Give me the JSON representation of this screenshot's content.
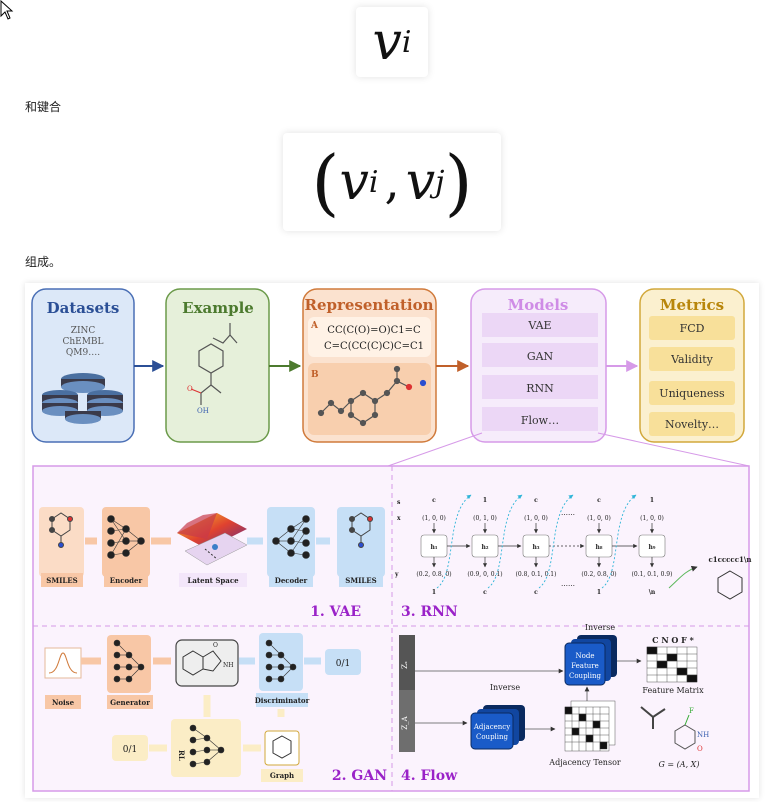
{
  "formula1": {
    "main": "v",
    "sub": "i"
  },
  "paragraph1": "和键合",
  "formula2": {
    "open": "(",
    "v1": "v",
    "s1": "i",
    "comma": ",",
    "v2": "v",
    "s2": "j",
    "close": ")"
  },
  "paragraph2": "组成。",
  "figure": {
    "top_boxes": {
      "datasets": {
        "title": "Datasets",
        "items": [
          "ZINC",
          "ChEMBL",
          "QM9…."
        ]
      },
      "example": {
        "title": "Example",
        "oh": "OH",
        "o": "O"
      },
      "representation": {
        "title": "Representation",
        "label_a": "A",
        "label_b": "B",
        "smiles_line1": "CC(C(O)=O)C1=C",
        "smiles_line2": "C=C(CC(C)C)C=C1"
      },
      "models": {
        "title": "Models",
        "items": [
          "VAE",
          "GAN",
          "RNN",
          "Flow…"
        ]
      },
      "metrics": {
        "title": "Metrics",
        "items": [
          "FCD",
          "Validity",
          "Uniqueness",
          "Novelty…"
        ]
      }
    },
    "vae": {
      "smiles_in": "SMILES",
      "encoder": "Encoder",
      "latent": "Latent Space",
      "decoder": "Decoder",
      "smiles_out": "SMILES",
      "caption": "1. VAE"
    },
    "rnn": {
      "caption": "3. RNN",
      "row_s": "s",
      "row_x": "x",
      "row_y": "y",
      "tokens_top": [
        "c",
        "1",
        "c",
        "c",
        "1"
      ],
      "x_vectors": [
        "(1, 0, 0)",
        "(0, 1, 0)",
        "(1, 0, 0)",
        "(1, 0, 0)",
        "(1, 0, 0)"
      ],
      "hidden": [
        "h₁",
        "h₂",
        "h₃",
        "h₈",
        "h₉"
      ],
      "y_vectors": [
        "(0.2, 0.8, 0)",
        "(0.9, 0, 0.1)",
        "(0.8, 0.1, 0.1)",
        "(0.2, 0.8, 0)",
        "(0.1, 0.1, 0.9)"
      ],
      "tokens_bottom": [
        "1",
        "c",
        "c",
        "1",
        "\\n"
      ],
      "dots": "……",
      "output": "c1ccccc1\\n"
    },
    "gan": {
      "noise": "Noise",
      "generator": "Generator",
      "discriminator": "Discriminator",
      "output": "0/1",
      "input": "0/1",
      "rl": "RL",
      "graph": "Graph",
      "nh": "NH",
      "o": "O",
      "caption": "2. GAN"
    },
    "flow": {
      "zx": "Zₓ",
      "za": "Z_A",
      "inverse_top": "Inverse",
      "inverse_mid": "Inverse",
      "node_coupling": [
        "Node",
        "Feature",
        "Coupling"
      ],
      "adj_coupling": [
        "Adjacency",
        "Coupling"
      ],
      "feature_header": "C N O F *",
      "feature_matrix": "Feature Matrix",
      "adjacency_tensor": "Adjacency Tensor",
      "graph_eq": "G = (A, X)",
      "atom_f": "F",
      "atom_nh": "NH",
      "atom_o": "O",
      "caption": "4. Flow"
    }
  },
  "colors": {
    "datasets": "#dce8f8",
    "datasets_border": "#4a6fb5",
    "datasets_title": "#2b4f96",
    "example": "#e6f0da",
    "example_border": "#6b9a4a",
    "example_title": "#4c7a2e",
    "representation": "#fbe2cf",
    "representation_border": "#d07a3b",
    "representation_title": "#c0602a",
    "models": "#f3e6fa",
    "models_border": "#d69ae8",
    "models_title": "#cf8ce6",
    "metrics": "#fbf0cf",
    "metrics_border": "#d2a83b",
    "metrics_title": "#b8860b",
    "caption": "#9a22c8"
  }
}
